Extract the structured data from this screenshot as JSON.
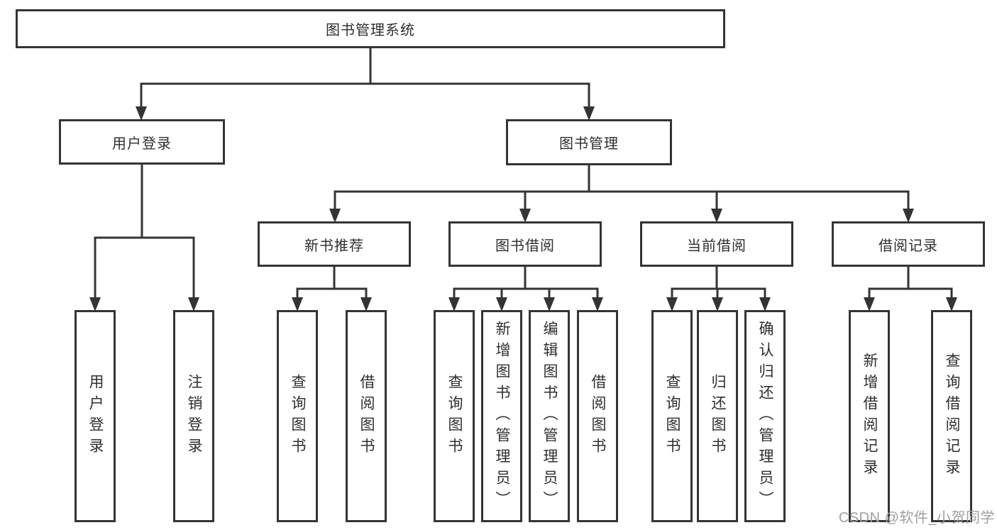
{
  "diagram": {
    "type": "tree",
    "background": "#ffffff",
    "colors": {
      "line": "#343434",
      "box_border": "#343434",
      "text": "#2f2f2f",
      "watermark": "#a0a0a0"
    }
  },
  "nodes": {
    "root": {
      "label": "图书管理系统"
    },
    "userLogin": {
      "label": "用户登录"
    },
    "bookManagement": {
      "label": "图书管理"
    },
    "newBookRecommend": {
      "label": "新书推荐"
    },
    "bookBorrow": {
      "label": "图书借阅"
    },
    "currentBorrow": {
      "label": "当前借阅"
    },
    "borrowRecords": {
      "label": "借阅记录"
    },
    "leafUserLogin": {
      "label": "用户登录"
    },
    "leafLogout": {
      "label": "注销登录"
    },
    "leafNbrQueryBooks": {
      "label": "查询图书"
    },
    "leafNbrBorrowBooks": {
      "label": "借阅图书"
    },
    "leafBbQueryBooks": {
      "label": "查询图书"
    },
    "leafBbAddBooks": {
      "label": "新增图书（管理员）"
    },
    "leafBbEditBooks": {
      "label": "编辑图书（管理员）"
    },
    "leafBbBorrowBooks": {
      "label": "借阅图书"
    },
    "leafCbQueryBooks": {
      "label": "查询图书"
    },
    "leafCbReturnBooks": {
      "label": "归还图书"
    },
    "leafCbConfirmReturn": {
      "label": "确认归还（管理员）"
    },
    "leafBrAddRecord": {
      "label": "新增借阅记录"
    },
    "leafBrQueryRecord": {
      "label": "查询借阅记录"
    }
  },
  "watermark": {
    "text": "CSDN @软件_小贺同学"
  }
}
